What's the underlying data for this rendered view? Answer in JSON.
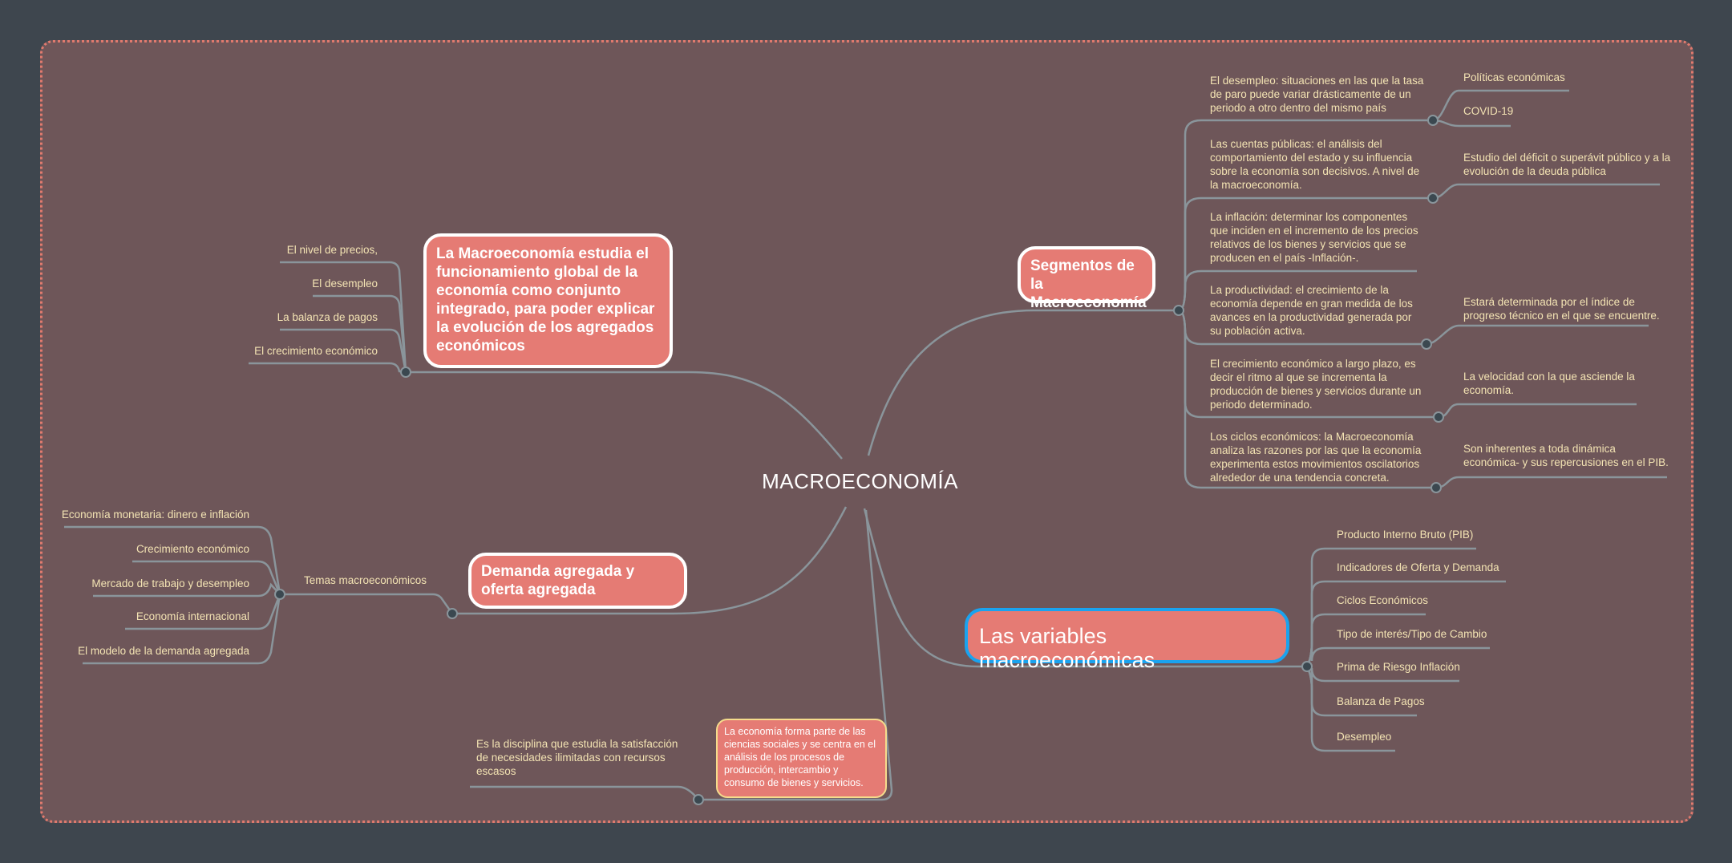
{
  "central_topic": "MACROECONOMÍA",
  "colors": {
    "background": "#3e464e",
    "canvas": "#6e5659",
    "topic_fill": "#e57b74",
    "selected_border": "#1aa3ef",
    "highlight_border": "#f5dc8c",
    "text": "#f3e3b3",
    "line": "#8a959b"
  },
  "definition": {
    "title": "La Macroeconomía estudia el funcionamiento global de la economía como conjunto integrado, para poder explicar la evolución de los agregados económicos",
    "children": [
      "El nivel de precios,",
      "El desempleo",
      "La balanza de pagos",
      "El crecimiento económico"
    ]
  },
  "demand": {
    "title": "Demanda agregada y oferta agregada",
    "sub": "Temas macroeconómicos",
    "children": [
      "Economía monetaria: dinero e inflación",
      "Crecimiento económico",
      "Mercado de trabajo y desempleo",
      "Economía internacional",
      "El modelo de la demanda agregada"
    ]
  },
  "segments": {
    "title": "Segmentos de la Macroeconomía",
    "items": [
      {
        "text": "El desempleo: situaciones en las que la tasa de paro puede variar drásticamente de un periodo a otro dentro del mismo país",
        "children": [
          "Políticas económicas",
          "COVID-19"
        ]
      },
      {
        "text": "Las cuentas públicas: el análisis del comportamiento del estado y su influencia sobre la economía son decisivos. A nivel de la macroeconomía.",
        "children": [
          "Estudio del déficit o superávit público y a la evolución de la deuda pública"
        ]
      },
      {
        "text": "La inflación: determinar los componentes que inciden en el incremento de los precios relativos de los bienes y servicios que se producen en el país -Inflación-.",
        "children": []
      },
      {
        "text": "La productividad: el crecimiento de la economía depende en gran medida de los avances en la productividad generada por su población activa.",
        "children": [
          "Estará determinada por el índice de progreso técnico en el que se encuentre."
        ]
      },
      {
        "text": "El crecimiento económico a largo plazo, es decir el ritmo al que se incrementa la producción de bienes y servicios durante un periodo determinado.",
        "children": [
          "La velocidad con la que asciende la economía."
        ]
      },
      {
        "text": "Los ciclos económicos: la Macroeconomía analiza las razones por las que la economía experimenta estos movimientos oscilatorios alrededor de una tendencia concreta.",
        "children": [
          "Son inherentes a toda dinámica económica- y sus repercusiones en el PIB."
        ]
      }
    ]
  },
  "variables": {
    "title": "Las variables macroeconómicas",
    "children": [
      "Producto Interno Bruto (PIB)",
      "Indicadores de Oferta y Demanda",
      "Ciclos Económicos",
      "Tipo de interés/Tipo de Cambio",
      "Prima de Riesgo Inflación",
      "Balanza de Pagos",
      "Desempleo"
    ]
  },
  "economy": {
    "title": "La economía forma parte de las ciencias sociales y se centra en el análisis de los procesos de producción, intercambio y consumo de bienes y servicios.",
    "child": "Es la disciplina que estudia la satisfacción de necesidades ilimitadas con recursos escasos"
  }
}
